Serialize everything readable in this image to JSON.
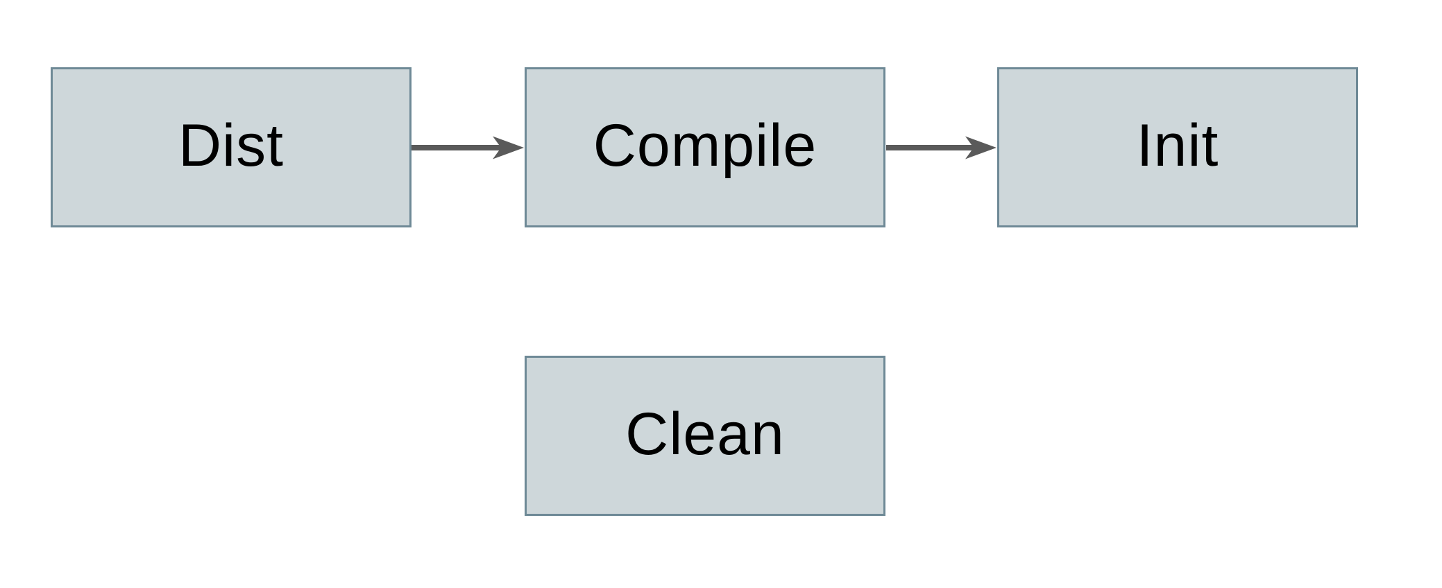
{
  "diagram": {
    "type": "flowchart",
    "background": "#ffffff",
    "nodes": [
      {
        "id": "dist",
        "label": "Dist"
      },
      {
        "id": "compile",
        "label": "Compile"
      },
      {
        "id": "init",
        "label": "Init"
      },
      {
        "id": "clean",
        "label": "Clean"
      }
    ],
    "edges": [
      {
        "from": "Dist",
        "to": "Compile",
        "style": "arrow"
      },
      {
        "from": "Compile",
        "to": "Init",
        "style": "arrow"
      }
    ],
    "colors": {
      "node_fill": "#ced7da",
      "node_border": "#6e8996",
      "arrow": "#5a5a5a",
      "label_text": "#000000"
    }
  }
}
